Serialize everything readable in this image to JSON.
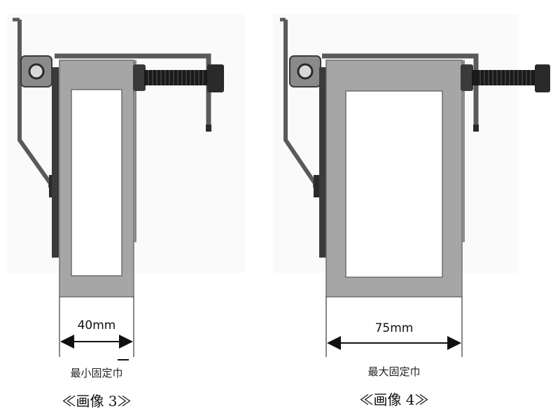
{
  "figures": [
    {
      "dimension": "40mm",
      "caption": "最小固定巾",
      "title": "≪画像 3≫"
    },
    {
      "dimension": "75mm",
      "caption": "最大固定巾",
      "title": "≪画像 4≫"
    }
  ],
  "colors": {
    "plate": "#a6a6a6",
    "plate_edge": "#6e6e6e",
    "bracket": "#5a5a5a",
    "bolt": "#1a1a1a",
    "window": "#ffffff"
  }
}
